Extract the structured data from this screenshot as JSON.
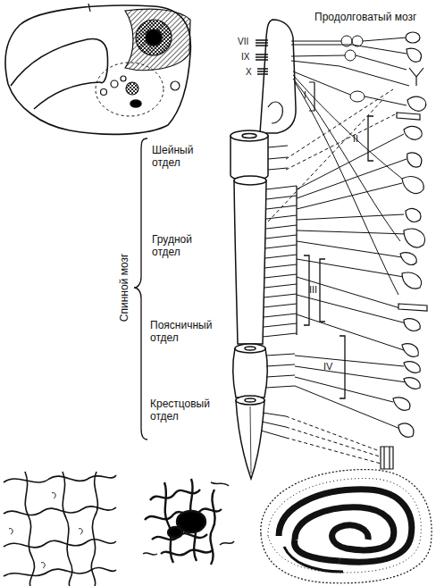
{
  "diagram": {
    "labels": [
      "Продолговатый мозг",
      "VII",
      "IX",
      "X",
      "I",
      "II",
      "Шейный отдел",
      "Грудной отдел",
      "III",
      "Спинной мозг",
      "Поясничный отдел",
      "IV",
      "Крестцовый отдел"
    ]
  }
}
